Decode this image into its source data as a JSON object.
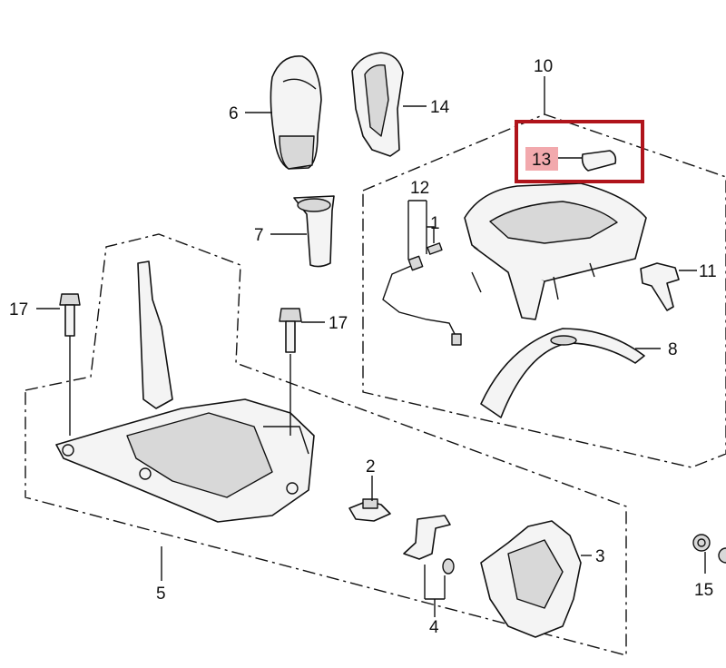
{
  "highlight": {
    "color": "#b0141b",
    "label_bg": "#f2a9ad",
    "target_callout": "13"
  },
  "callouts": [
    {
      "id": "c1",
      "text": "1"
    },
    {
      "id": "c2",
      "text": "2"
    },
    {
      "id": "c3",
      "text": "3"
    },
    {
      "id": "c4",
      "text": "4"
    },
    {
      "id": "c5",
      "text": "5"
    },
    {
      "id": "c6",
      "text": "6"
    },
    {
      "id": "c7",
      "text": "7"
    },
    {
      "id": "c8",
      "text": "8"
    },
    {
      "id": "c10",
      "text": "10"
    },
    {
      "id": "c11",
      "text": "11"
    },
    {
      "id": "c12",
      "text": "12"
    },
    {
      "id": "c13",
      "text": "13"
    },
    {
      "id": "c14",
      "text": "14"
    },
    {
      "id": "c15",
      "text": "15"
    },
    {
      "id": "c17a",
      "text": "17"
    },
    {
      "id": "c17b",
      "text": "17"
    }
  ]
}
